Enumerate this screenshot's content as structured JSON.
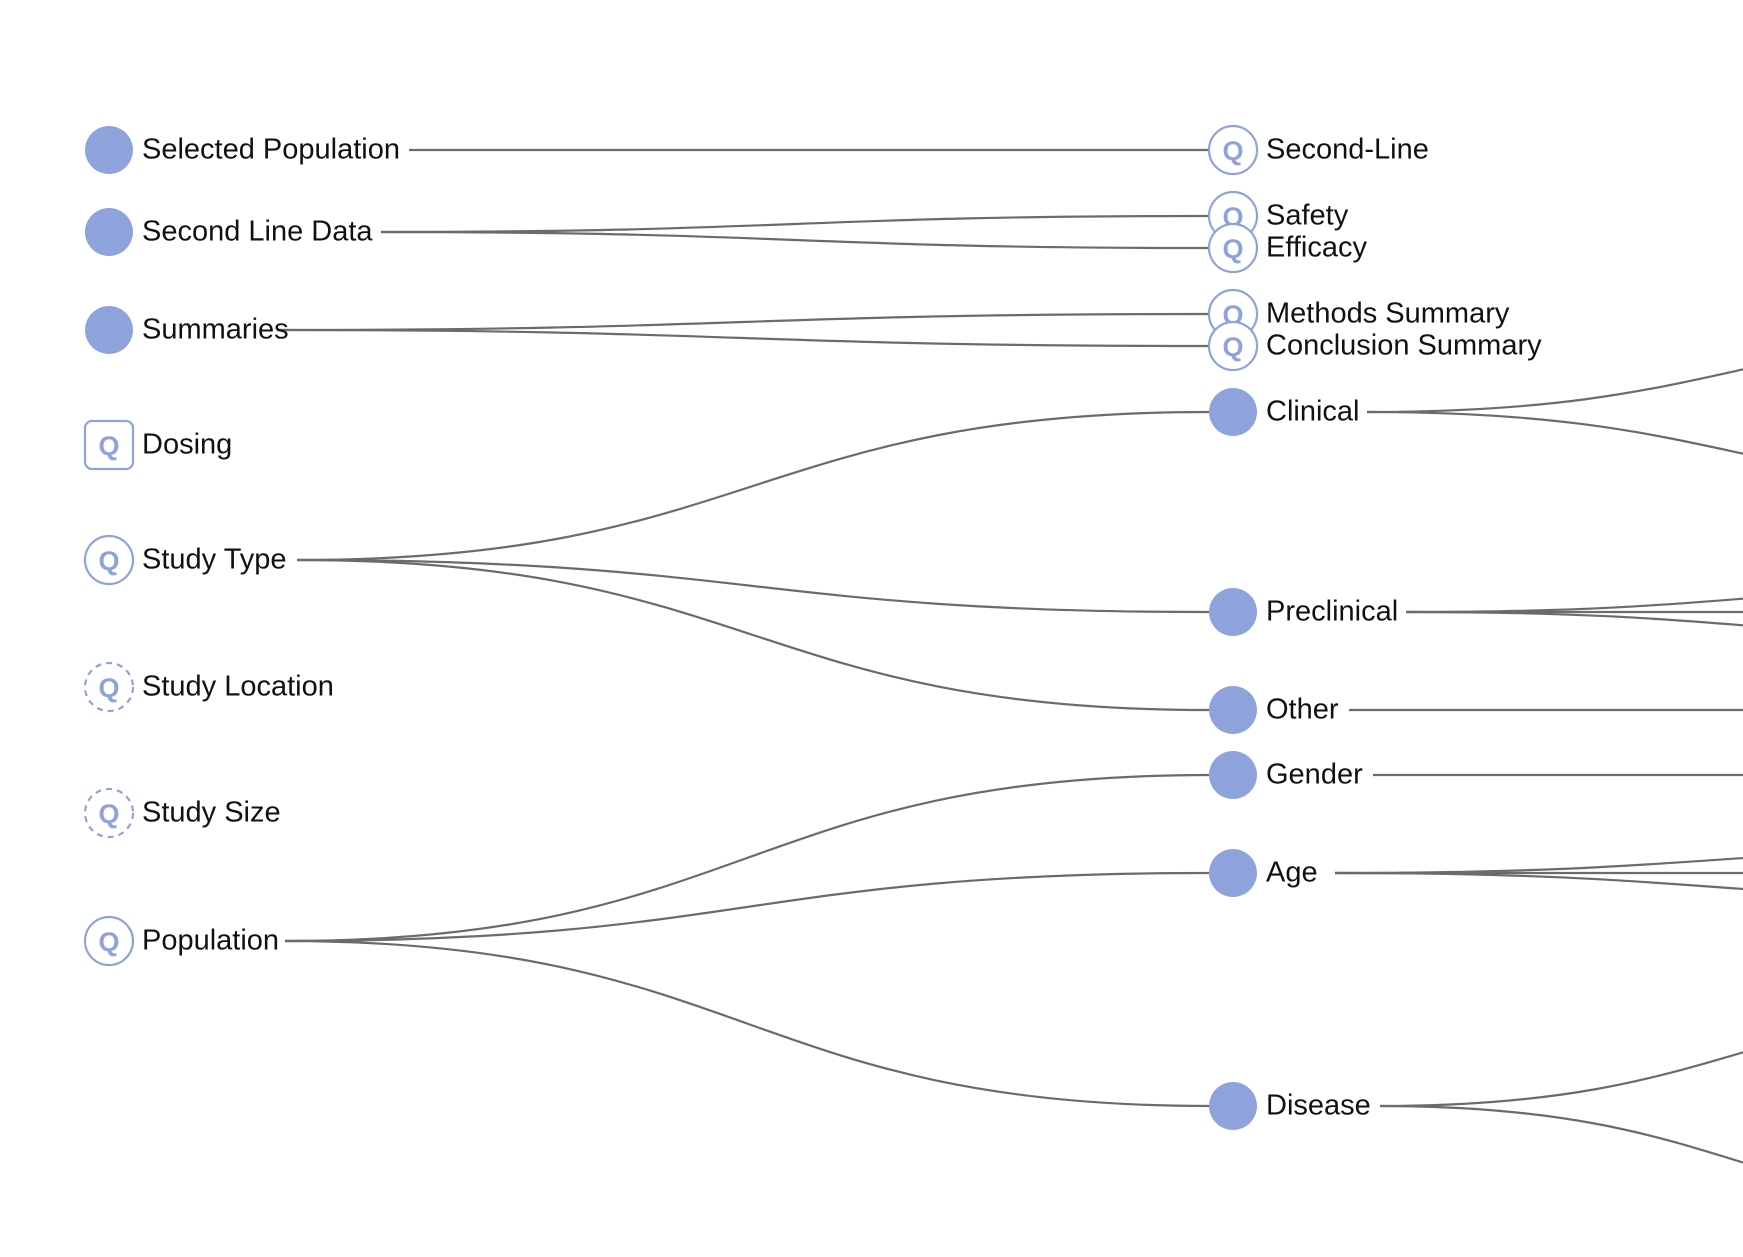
{
  "colors": {
    "node_fill": "#8ea3dc",
    "node_stroke": "#8ea3dc",
    "q_text": "#8ea3dc",
    "link": "#6b6b6b",
    "label": "#111111"
  },
  "q_glyph": "Q",
  "left_column": [
    {
      "id": "selected-population",
      "label": "Selected Population",
      "kind": "filled"
    },
    {
      "id": "second-line-data",
      "label": "Second Line Data",
      "kind": "filled"
    },
    {
      "id": "summaries",
      "label": "Summaries",
      "kind": "filled"
    },
    {
      "id": "dosing",
      "label": "Dosing",
      "kind": "q-square"
    },
    {
      "id": "study-type",
      "label": "Study Type",
      "kind": "q-circle"
    },
    {
      "id": "study-location",
      "label": "Study Location",
      "kind": "q-dashed"
    },
    {
      "id": "study-size",
      "label": "Study Size",
      "kind": "q-dashed"
    },
    {
      "id": "population",
      "label": "Population",
      "kind": "q-circle"
    }
  ],
  "right_column": [
    {
      "id": "second-line",
      "label": "Second-Line",
      "kind": "q-circle",
      "parent": "selected-population"
    },
    {
      "id": "safety",
      "label": "Safety",
      "kind": "q-circle",
      "parent": "second-line-data"
    },
    {
      "id": "efficacy",
      "label": "Efficacy",
      "kind": "q-circle",
      "parent": "second-line-data"
    },
    {
      "id": "methods-summary",
      "label": "Methods Summary",
      "kind": "q-circle",
      "parent": "summaries"
    },
    {
      "id": "conclusion-summary",
      "label": "Conclusion Summary",
      "kind": "q-circle",
      "parent": "summaries"
    },
    {
      "id": "clinical",
      "label": "Clinical",
      "kind": "filled",
      "parent": "study-type"
    },
    {
      "id": "preclinical",
      "label": "Preclinical",
      "kind": "filled",
      "parent": "study-type"
    },
    {
      "id": "other",
      "label": "Other",
      "kind": "filled",
      "parent": "study-type"
    },
    {
      "id": "gender",
      "label": "Gender",
      "kind": "filled",
      "parent": "population"
    },
    {
      "id": "age",
      "label": "Age",
      "kind": "filled",
      "parent": "population"
    },
    {
      "id": "disease",
      "label": "Disease",
      "kind": "filled",
      "parent": "population"
    }
  ],
  "offscreen_children": [
    {
      "parent": "clinical",
      "count": 2
    },
    {
      "parent": "preclinical",
      "count": 3
    },
    {
      "parent": "other",
      "count": 1
    },
    {
      "parent": "gender",
      "count": 1
    },
    {
      "parent": "age",
      "count": 3
    },
    {
      "parent": "disease",
      "count": 2
    }
  ]
}
